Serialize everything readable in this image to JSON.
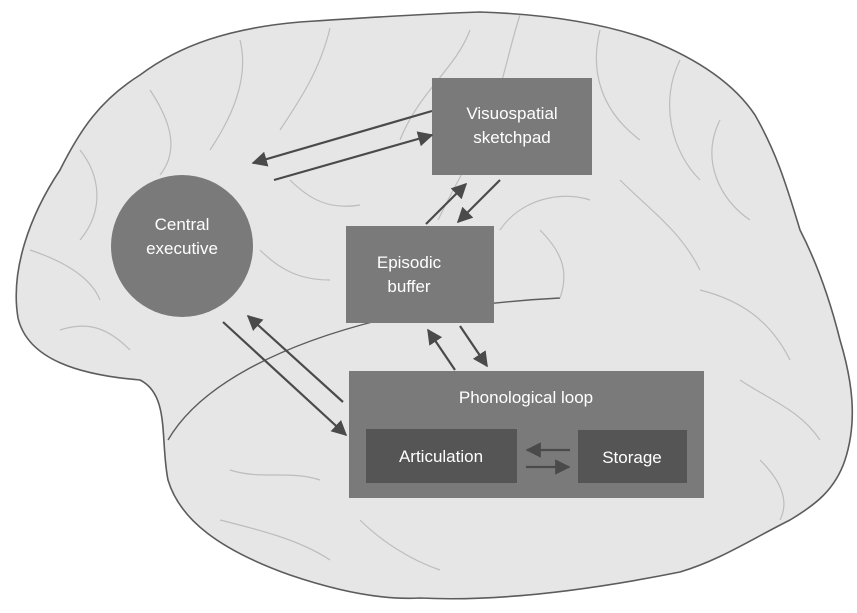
{
  "diagram": {
    "central_executive": [
      "Central",
      "executive"
    ],
    "visuospatial_sketchpad": [
      "Visuospatial",
      "sketchpad"
    ],
    "episodic_buffer": [
      "Episodic",
      "buffer"
    ],
    "phonological_loop": "Phonological loop",
    "articulation": "Articulation",
    "storage": "Storage"
  },
  "colors": {
    "background": "#ffffff",
    "brain_fill": "#e6e6e6",
    "brain_outline": "#5c5c5c",
    "sulci": "#bdbdbd",
    "component_fill": "#7a7a7a",
    "inner_box_fill": "#555555",
    "arrow": "#4a4a4a",
    "label_text": "#ffffff"
  }
}
